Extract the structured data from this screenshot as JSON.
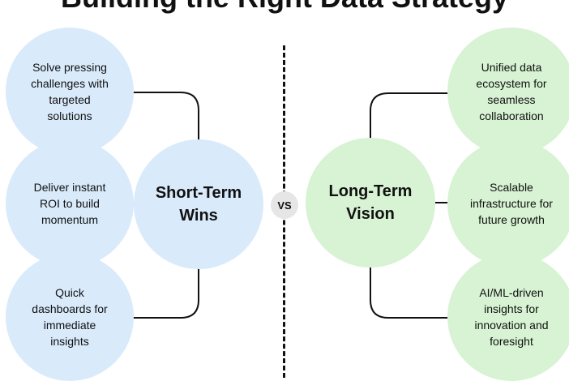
{
  "title": "Building the Right Data Strategy",
  "vs_label": "VS",
  "short_term": {
    "label": "Short-Term Wins",
    "items": [
      "Solve pressing challenges with targeted solutions",
      "Deliver instant ROI to build momentum",
      "Quick dashboards for immediate insights"
    ]
  },
  "long_term": {
    "label": "Long-Term Vision",
    "items": [
      "Unified data ecosystem for seamless collaboration",
      "Scalable infrastructure for future growth",
      "AI/ML-driven insights for innovation and foresight"
    ]
  },
  "colors": {
    "short_term_fill": "#d9eafb",
    "long_term_fill": "#d7f3d3",
    "vs_fill": "#e6e6e6",
    "line": "#111111"
  }
}
